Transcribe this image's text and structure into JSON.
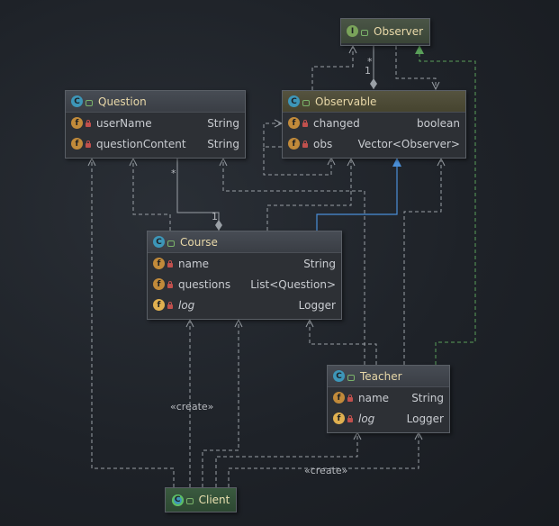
{
  "colors": {
    "edge": "#9aa0a6",
    "inheritance": "#4a8fd8",
    "realization": "#5aa05a",
    "background": "#1e2228"
  },
  "nodes": {
    "observer": {
      "name": "Observer",
      "kind": "interface"
    },
    "observable": {
      "name": "Observable",
      "kind": "class",
      "fields": [
        {
          "name": "changed",
          "type": "boolean"
        },
        {
          "name": "obs",
          "type": "Vector<Observer>"
        }
      ]
    },
    "question": {
      "name": "Question",
      "kind": "class",
      "fields": [
        {
          "name": "userName",
          "type": "String"
        },
        {
          "name": "questionContent",
          "type": "String"
        }
      ]
    },
    "course": {
      "name": "Course",
      "kind": "class",
      "fields": [
        {
          "name": "name",
          "type": "String"
        },
        {
          "name": "questions",
          "type": "List<Question>"
        },
        {
          "name": "log",
          "type": "Logger"
        }
      ]
    },
    "teacher": {
      "name": "Teacher",
      "kind": "class",
      "fields": [
        {
          "name": "name",
          "type": "String"
        },
        {
          "name": "log",
          "type": "Logger"
        }
      ]
    },
    "client": {
      "name": "Client",
      "kind": "class"
    }
  },
  "multiplicities": {
    "observer_star": "*",
    "observer_one": "1",
    "question_star": "*",
    "course_one": "1"
  },
  "edge_labels": {
    "create_course": "«create»",
    "create_teacher": "«create»"
  },
  "badges": {
    "class": "C",
    "interface": "I",
    "field": "f"
  }
}
